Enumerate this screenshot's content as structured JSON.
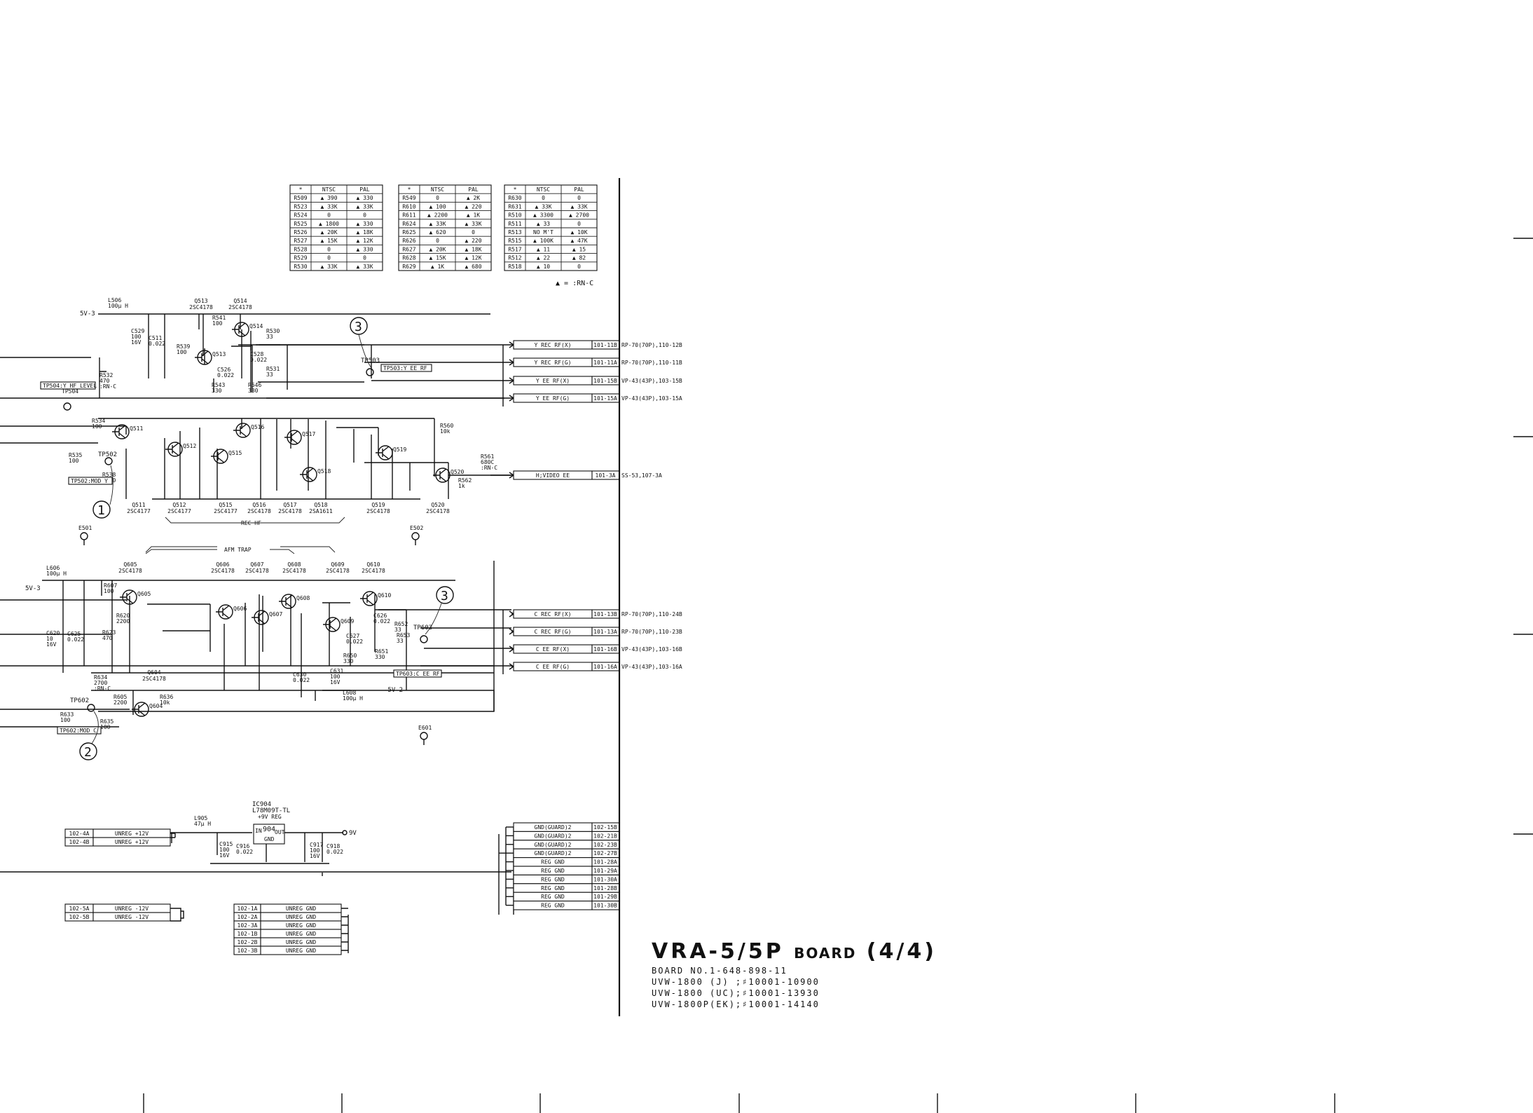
{
  "tables": [
    {
      "headers": [
        "*",
        "NTSC",
        "PAL"
      ],
      "rows": [
        [
          "R509",
          "▲ 390",
          "▲ 330"
        ],
        [
          "R523",
          "▲ 33K",
          "▲ 33K"
        ],
        [
          "R524",
          "0",
          "0"
        ],
        [
          "R525",
          "▲ 1800",
          "▲ 330"
        ],
        [
          "R526",
          "▲ 20K",
          "▲ 18K"
        ],
        [
          "R527",
          "▲ 15K",
          "▲ 12K"
        ],
        [
          "R528",
          "0",
          "▲ 330"
        ],
        [
          "R529",
          "0",
          "0"
        ],
        [
          "R530",
          "▲ 33K",
          "▲ 33K"
        ]
      ]
    },
    {
      "headers": [
        "*",
        "NTSC",
        "PAL"
      ],
      "rows": [
        [
          "R549",
          "0",
          "▲ 2K"
        ],
        [
          "R610",
          "▲ 100",
          "▲ 220"
        ],
        [
          "R611",
          "▲ 2200",
          "▲ 1K"
        ],
        [
          "R624",
          "▲ 33K",
          "▲ 33K"
        ],
        [
          "R625",
          "▲ 620",
          "0"
        ],
        [
          "R626",
          "0",
          "▲ 220"
        ],
        [
          "R627",
          "▲ 20K",
          "▲ 18K"
        ],
        [
          "R628",
          "▲ 15K",
          "▲ 12K"
        ],
        [
          "R629",
          "▲ 1K",
          "▲ 680"
        ]
      ]
    },
    {
      "headers": [
        "*",
        "NTSC",
        "PAL"
      ],
      "rows": [
        [
          "R630",
          "0",
          "0"
        ],
        [
          "R631",
          "▲ 33K",
          "▲ 33K"
        ],
        [
          "R510",
          "▲ 3300",
          "▲ 2700"
        ],
        [
          "R511",
          "▲ 33",
          "0"
        ],
        [
          "R513",
          "NO M'T",
          "▲ 10K"
        ],
        [
          "R515",
          "▲ 100K",
          "▲ 47K"
        ],
        [
          "R517",
          "▲ 11",
          "▲ 15"
        ],
        [
          "R512",
          "▲ 22",
          "▲ 82"
        ],
        [
          "R518",
          "▲ 10",
          "0"
        ]
      ]
    }
  ],
  "legend_note": "▲ = :RN-C",
  "outputs": [
    {
      "label": "Y REC RF(X)",
      "pin": "101-11B",
      "dest": "RP-70(70P),110-12B"
    },
    {
      "label": "Y REC RF(G)",
      "pin": "101-11A",
      "dest": "RP-70(70P),110-11B"
    },
    {
      "label": "Y EE RF(X)",
      "pin": "101-15B",
      "dest": "VP-43(43P),103-15B"
    },
    {
      "label": "Y EE RF(G)",
      "pin": "101-15A",
      "dest": "VP-43(43P),103-15A"
    },
    {
      "label": "H;VIDEO EE",
      "pin": "101-3A",
      "dest": "SS-53,107-3A"
    },
    {
      "label": "C REC RF(X)",
      "pin": "101-13B",
      "dest": "RP-70(70P),110-24B"
    },
    {
      "label": "C REC RF(G)",
      "pin": "101-13A",
      "dest": "RP-70(70P),110-23B"
    },
    {
      "label": "C EE RF(X)",
      "pin": "101-16B",
      "dest": "VP-43(43P),103-16B"
    },
    {
      "label": "C EE RF(G)",
      "pin": "101-16A",
      "dest": "VP-43(43P),103-16A"
    }
  ],
  "gnd_connectors": [
    {
      "label": "GND(GUARD)2",
      "pin": "102-15B"
    },
    {
      "label": "GND(GUARD)2",
      "pin": "102-21B"
    },
    {
      "label": "GND(GUARD)2",
      "pin": "102-23B"
    },
    {
      "label": "GND(GUARD)2",
      "pin": "102-27B"
    },
    {
      "label": "REG GND",
      "pin": "101-28A"
    },
    {
      "label": "REG GND",
      "pin": "101-29A"
    },
    {
      "label": "REG GND",
      "pin": "101-30A"
    },
    {
      "label": "REG GND",
      "pin": "101-28B"
    },
    {
      "label": "REG GND",
      "pin": "101-29B"
    },
    {
      "label": "REG GND",
      "pin": "101-30B"
    }
  ],
  "unreg_plus": [
    {
      "pin": "102-4A",
      "label": "UNREG +12V"
    },
    {
      "pin": "102-4B",
      "label": "UNREG +12V"
    }
  ],
  "unreg_minus": [
    {
      "pin": "102-5A",
      "label": "UNREG -12V"
    },
    {
      "pin": "102-5B",
      "label": "UNREG -12V"
    }
  ],
  "unreg_gnd": [
    {
      "pin": "102-1A",
      "label": "UNREG GND"
    },
    {
      "pin": "102-2A",
      "label": "UNREG GND"
    },
    {
      "pin": "102-3A",
      "label": "UNREG GND"
    },
    {
      "pin": "102-1B",
      "label": "UNREG GND"
    },
    {
      "pin": "102-2B",
      "label": "UNREG GND"
    },
    {
      "pin": "102-3B",
      "label": "UNREG GND"
    }
  ],
  "regulator": {
    "ref": "IC904",
    "part": "L78M09T-TL",
    "desc": "+9V REG",
    "num": "904",
    "pin_in": "IN",
    "pin_out": "OUT",
    "pin_gnd": "GND",
    "out_label": "9V"
  },
  "transistors_top": [
    {
      "ref": "Q513",
      "part": "2SC4178"
    },
    {
      "ref": "Q514",
      "part": "2SC4178"
    }
  ],
  "transistors_row1": [
    {
      "ref": "Q511",
      "part": "2SC4177"
    },
    {
      "ref": "Q512",
      "part": "2SC4177"
    },
    {
      "ref": "Q515",
      "part": "2SC4177"
    },
    {
      "ref": "Q516",
      "part": "2SC4178"
    },
    {
      "ref": "Q517",
      "part": "2SC4178"
    },
    {
      "ref": "Q518",
      "part": "2SA1611"
    },
    {
      "ref": "Q519",
      "part": "2SC4178"
    },
    {
      "ref": "Q520",
      "part": "2SC4178"
    }
  ],
  "transistors_row2": [
    {
      "ref": "Q605",
      "part": "2SC4178"
    },
    {
      "ref": "Q606",
      "part": "2SC4178"
    },
    {
      "ref": "Q607",
      "part": "2SC4178"
    },
    {
      "ref": "Q608",
      "part": "2SC4178"
    },
    {
      "ref": "Q609",
      "part": "2SC4178"
    },
    {
      "ref": "Q610",
      "part": "2SC4178"
    }
  ],
  "q604": {
    "ref": "Q604",
    "part": "2SC4178"
  },
  "section_labels": {
    "rec_hf": "REC HF",
    "afm_trap": "AFM TRAP"
  },
  "supplies": {
    "v5_top": "5V-3",
    "v5_mid": "5V-3",
    "v5_neg": "-5V-2"
  },
  "test_points": {
    "tp503": "TP503",
    "tp503_box": "TP503:Y EE RF",
    "tp504_box": "TP504:Y HF LEVEL",
    "tp504": "TP504",
    "tp502": "TP502",
    "tp502_box": "TP502:MOD Y",
    "tp603": "TP603",
    "tp603_box": "TP603:C EE RF",
    "tp602": "TP602",
    "tp602_box": "TP602:MOD C",
    "e501": "E501",
    "e502": "E502",
    "e601": "E601"
  },
  "markers": [
    "3",
    "1",
    "3",
    "2"
  ],
  "parts": {
    "l506": [
      "L506",
      "100μ H"
    ],
    "l606": [
      "L606",
      "100μ H"
    ],
    "l905": [
      "L905",
      "47μ H"
    ],
    "l608": [
      "L608",
      "100μ H"
    ],
    "r532": [
      "R532",
      "470",
      ":RN-C"
    ],
    "r534": [
      "R534",
      "100"
    ],
    "r535": [
      "R535",
      "100"
    ],
    "r538": [
      "R538",
      "3300"
    ],
    "r560": [
      "R560",
      "10k"
    ],
    "r561": [
      "R561",
      "680C",
      ":RN-C"
    ],
    "r562": [
      "R562",
      "1k"
    ],
    "r530b": [
      "R530",
      "33"
    ],
    "r531": [
      "R531",
      "33"
    ],
    "r539": [
      "R539",
      "100"
    ],
    "r541": [
      "R541",
      "100"
    ],
    "r543": [
      "R543",
      "330"
    ],
    "r546": [
      "R546",
      "330"
    ],
    "c529": [
      "C529",
      "100",
      "16V"
    ],
    "c511": [
      "C511",
      "0.022"
    ],
    "c526": [
      "C526",
      "0.022"
    ],
    "c528": [
      "C528",
      "0.022"
    ],
    "r607": [
      "R607",
      "100"
    ],
    "r620": [
      "R620",
      "2200"
    ],
    "r623": [
      "R623",
      "470"
    ],
    "r634": [
      "R634",
      "2700",
      ":RN-C"
    ],
    "r605": [
      "R605",
      "2200"
    ],
    "r635": [
      "R635",
      "100"
    ],
    "r636": [
      "R636",
      "10k"
    ],
    "r633": [
      "R633",
      "100"
    ],
    "c620": [
      "C620",
      "10",
      "16V"
    ],
    "c625": [
      "C625",
      "0.022"
    ],
    "r652": [
      "R652",
      "33"
    ],
    "r653": [
      "R653",
      "33"
    ],
    "r651": [
      "R651",
      "330"
    ],
    "r650": [
      "R650",
      "330"
    ],
    "c626": [
      "C626",
      "0.022"
    ],
    "c627": [
      "C627",
      "0.022"
    ],
    "c917": [
      "C917",
      "100",
      "16V"
    ],
    "c918": [
      "C918",
      "0.022"
    ],
    "c915": [
      "C915",
      "100",
      "16V"
    ],
    "c916": [
      "C916",
      "0.022"
    ],
    "c630": [
      "C630",
      "0.022"
    ],
    "c631": [
      "C631",
      "100",
      "16V"
    ]
  },
  "title": {
    "main": "VRA-5/5P",
    "board": "BOARD",
    "page": "(4/4)",
    "board_no": "BOARD NO.1-648-898-11",
    "lines": [
      "UVW-1800 (J) ;♯10001-10900",
      "UVW-1800 (UC);♯10001-13930",
      "UVW-1800P(EK);♯10001-14140"
    ]
  }
}
